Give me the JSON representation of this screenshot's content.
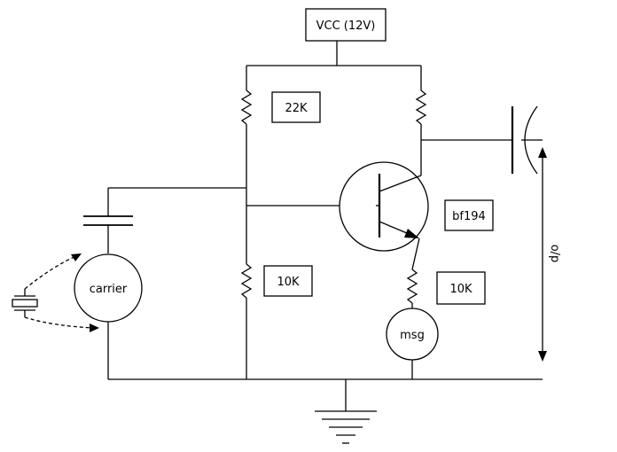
{
  "labels": {
    "vcc": "VCC (12V)",
    "r_top_left": "22K",
    "r_bottom_left": "10K",
    "r_emitter": "10K",
    "transistor": "bf194",
    "carrier": "carrier",
    "msg": "msg",
    "output": "o/p"
  },
  "colors": {
    "ink": "#000000",
    "background": "#ffffff"
  }
}
